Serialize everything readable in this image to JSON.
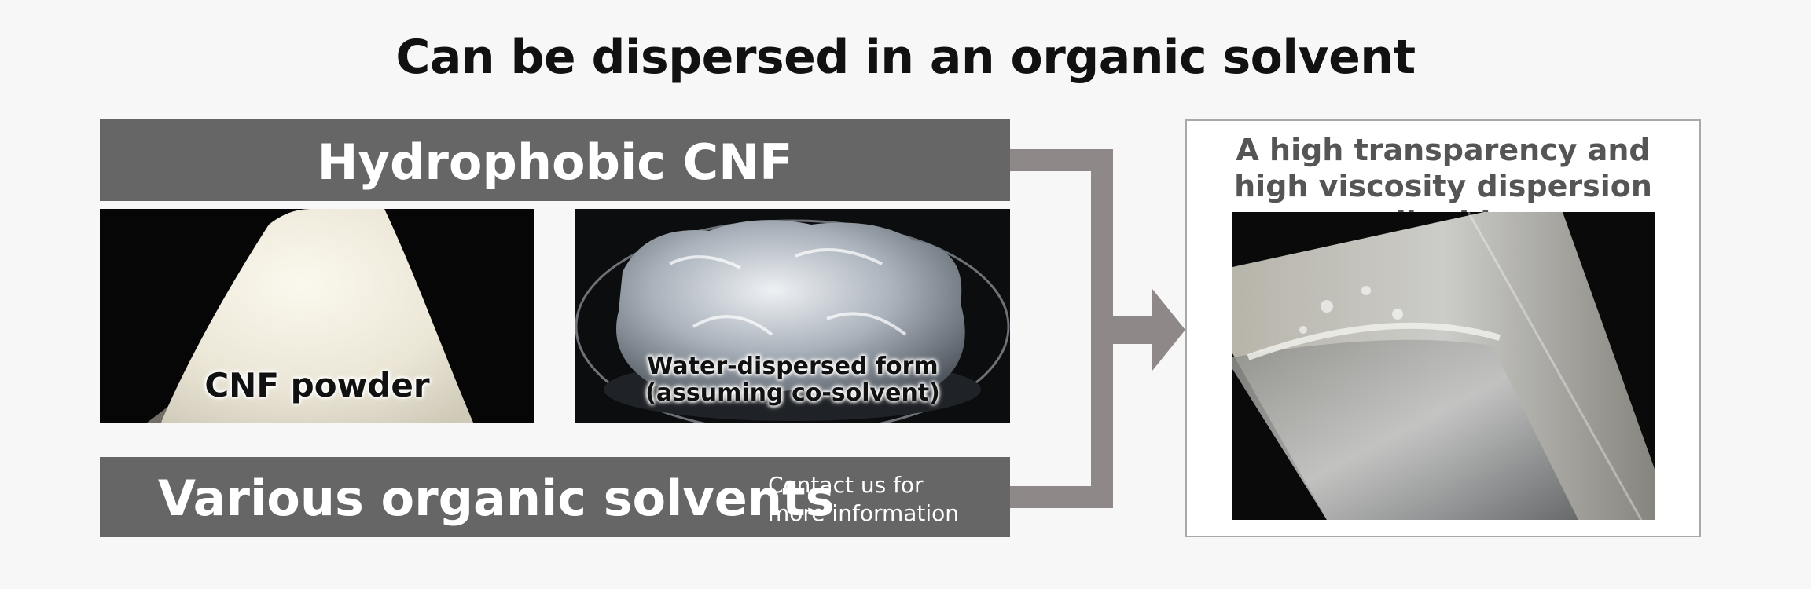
{
  "title": "Can be dispersed in an organic solvent",
  "top_banner": {
    "label": "Hydrophobic CNF"
  },
  "photos": [
    {
      "caption": "CNF powder"
    },
    {
      "caption_line1": "Water-dispersed form",
      "caption_line2": "(assuming co-solvent)"
    }
  ],
  "bottom_banner": {
    "label": "Various organic solvents",
    "note_line1": "Contact us for",
    "note_line2": "more information"
  },
  "result": {
    "heading_line1": "A high transparency and",
    "heading_line2": "high viscosity dispersion liquid"
  },
  "colors": {
    "banner": "#666666",
    "connector": "#8e8888",
    "border": "#a9a9a9",
    "background": "#f7f7f8"
  }
}
